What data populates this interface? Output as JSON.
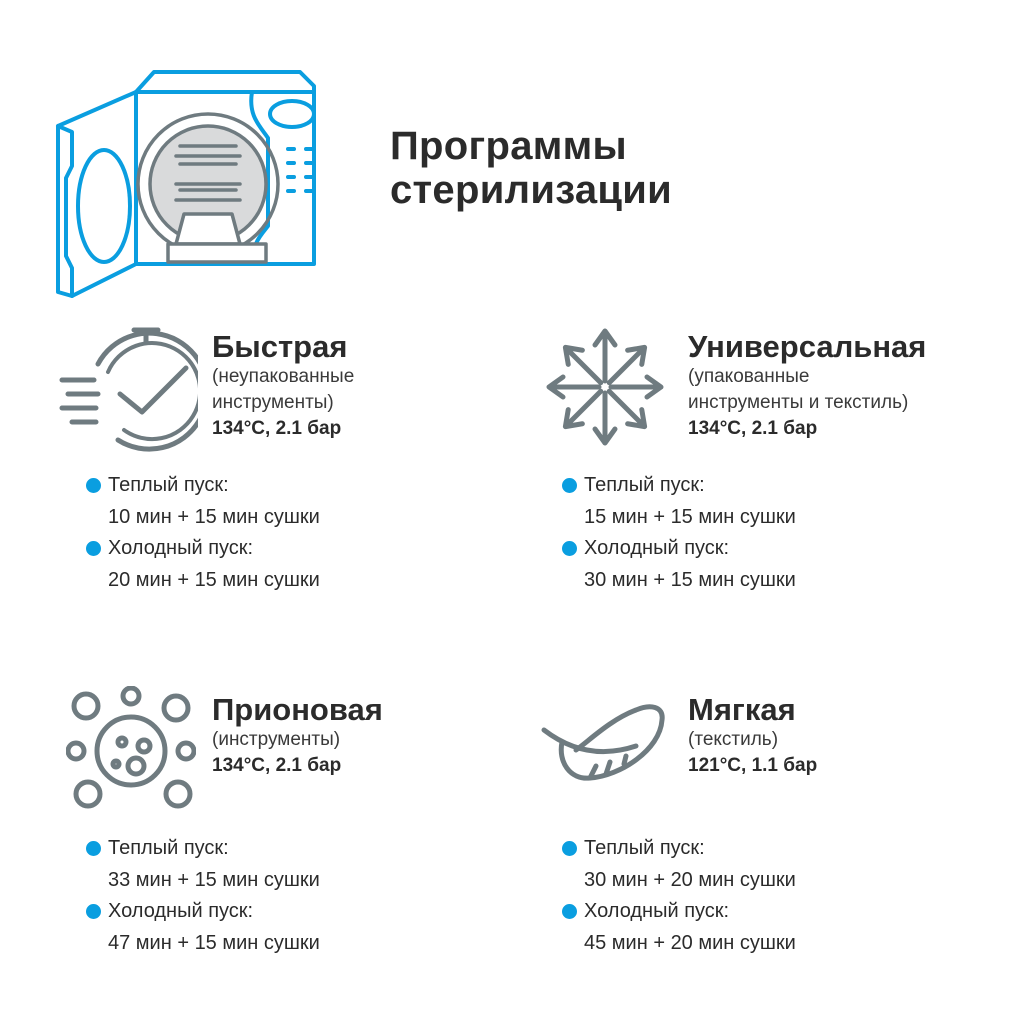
{
  "title_lines": [
    "Программы",
    "стерилизации"
  ],
  "colors": {
    "accent": "#0a9ee0",
    "icon_gray": "#6f7b80",
    "text": "#2b2b2b"
  },
  "programs": [
    {
      "name": "Быстрая",
      "sub": [
        "(неупакованные",
        "инструменты)"
      ],
      "spec": "134°C, 2.1 бар",
      "icon": "stopwatch-check-icon",
      "warm_label": "Теплый пуск:",
      "warm_time": "10 мин + 15 мин сушки",
      "cold_label": "Холодный пуск:",
      "cold_time": "20 мин + 15 мин сушки"
    },
    {
      "name": "Универсальная",
      "sub": [
        "(упакованные",
        "инструменты и текстиль)"
      ],
      "spec": "134°C, 2.1 бар",
      "icon": "radiating-arrows-icon",
      "warm_label": "Теплый пуск:",
      "warm_time": "15 мин + 15 мин сушки",
      "cold_label": "Холодный пуск:",
      "cold_time": "30 мин + 15 мин сушки"
    },
    {
      "name": "Прионовая",
      "sub": [
        "(инструменты)"
      ],
      "spec": "134°C, 2.1 бар",
      "icon": "virus-icon",
      "warm_label": "Теплый пуск:",
      "warm_time": "33 мин + 15 мин сушки",
      "cold_label": "Холодный пуск:",
      "cold_time": "47 мин + 15 мин сушки"
    },
    {
      "name": "Мягкая",
      "sub": [
        "(текстиль)"
      ],
      "spec": "121°C, 1.1 бар",
      "icon": "feather-icon",
      "warm_label": "Теплый пуск:",
      "warm_time": "30 мин + 20 мин сушки",
      "cold_label": "Холодный пуск:",
      "cold_time": "45 мин + 20 мин сушки"
    }
  ]
}
